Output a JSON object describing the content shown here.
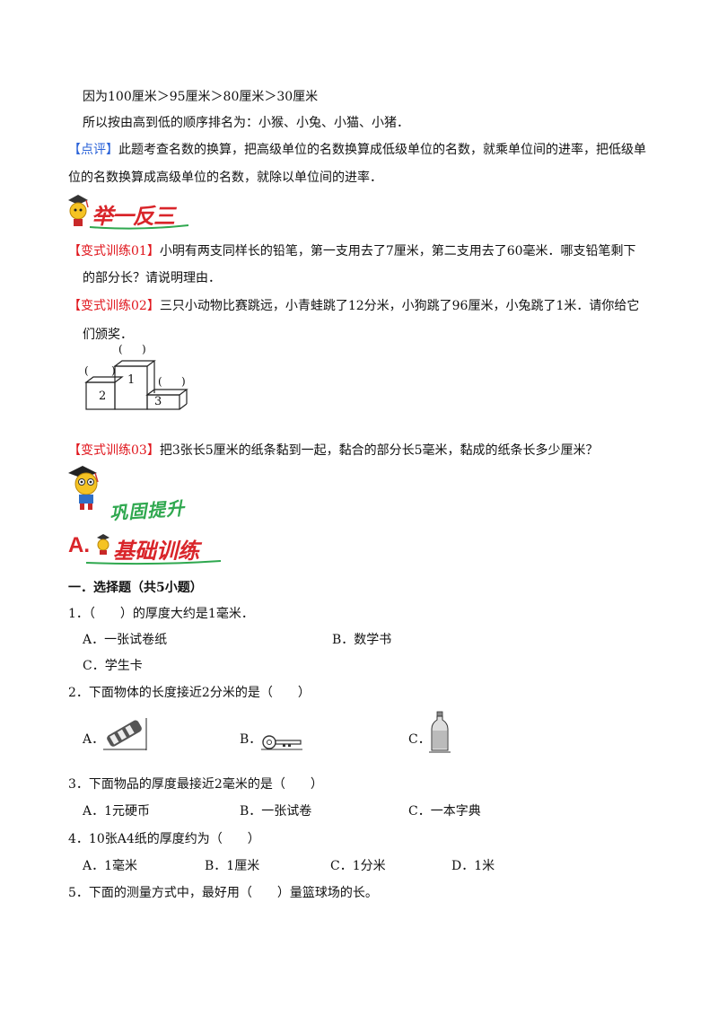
{
  "solution": {
    "line1": "因为100厘米＞95厘米＞80厘米＞30厘米",
    "line2": "所以按由高到低的顺序排名为：小猴、小兔、小猫、小猪．"
  },
  "comment": {
    "tag": "【点评】",
    "line1": "此题考查名数的换算，把高级单位的名数换算成低级单位的名数，就乘单位间的进率，把低级单",
    "line2": "位的名数换算成高级单位的名数，就除以单位间的进率．"
  },
  "section_banner_1": {
    "text": "举一反三"
  },
  "exercises": [
    {
      "tag": "【变式训练01】",
      "line1": "小明有两支同样长的铅笔，第一支用去了7厘米，第二支用去了60毫米．哪支铅笔剩下",
      "line2": "的部分长？请说明理由．"
    },
    {
      "tag": "【变式训练02】",
      "line1": "三只小动物比赛跳远，小青蛙跳了12分米，小狗跳了96厘米，小兔跳了1米．请你给它",
      "line2": "们颁奖．"
    },
    {
      "tag": "【变式训练03】",
      "line1": "把3张长5厘米的纸条黏到一起，黏合的部分长5毫米，黏成的纸条长多少厘米？"
    }
  ],
  "podium": {
    "brackets": [
      "(",
      ")",
      "(",
      ")",
      "(",
      ")"
    ],
    "place1": "1",
    "place2": "2",
    "place3": "3"
  },
  "section_banner_2": {
    "text": "巩固提升"
  },
  "training_header": {
    "letter": "A.",
    "text": "基础训练"
  },
  "choice_heading": "一．选择题（共5小题）",
  "questions": [
    {
      "stem": "1．（　　）的厚度大约是1毫米．",
      "options": [
        "A．一张试卷纸",
        "B．数学书",
        "C．学生卡"
      ]
    },
    {
      "stem": "2．下面物体的长度接近2分米的是（　　）",
      "options": [
        "A．",
        "B．",
        "C．"
      ]
    },
    {
      "stem": "3．下面物品的厚度最接近2毫米的是（　　）",
      "options": [
        "A．1元硬币",
        "B．一张试卷",
        "C．一本字典"
      ]
    },
    {
      "stem": "4．10张A4纸的厚度约为（　　）",
      "options": [
        "A．1毫米",
        "B．1厘米",
        "C．1分米",
        "D．1米"
      ]
    },
    {
      "stem": "5．下面的测量方式中，最好用（　　）量篮球场的长。"
    }
  ],
  "colors": {
    "tag_red": "#e0161d",
    "comment_blue": "#2a62d8",
    "banner_red": "#d9252a",
    "banner_green": "#2fa84f"
  }
}
